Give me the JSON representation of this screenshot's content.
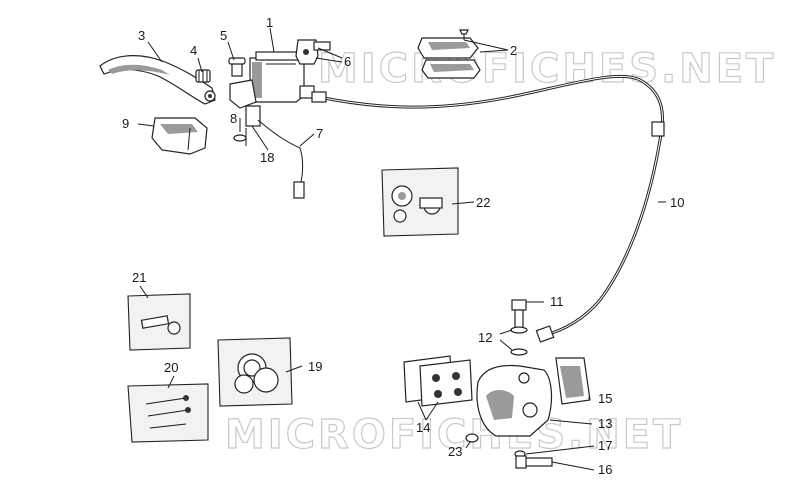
{
  "diagram": {
    "watermark": "MICROFICHES.NET",
    "callouts": [
      {
        "id": "1",
        "label": "1"
      },
      {
        "id": "2",
        "label": "2"
      },
      {
        "id": "3",
        "label": "3"
      },
      {
        "id": "4",
        "label": "4"
      },
      {
        "id": "5",
        "label": "5"
      },
      {
        "id": "6",
        "label": "6"
      },
      {
        "id": "7",
        "label": "7"
      },
      {
        "id": "8",
        "label": "8"
      },
      {
        "id": "9",
        "label": "9"
      },
      {
        "id": "10",
        "label": "10"
      },
      {
        "id": "11",
        "label": "11"
      },
      {
        "id": "12",
        "label": "12"
      },
      {
        "id": "13",
        "label": "13"
      },
      {
        "id": "14",
        "label": "14"
      },
      {
        "id": "15",
        "label": "15"
      },
      {
        "id": "16",
        "label": "16"
      },
      {
        "id": "17",
        "label": "17"
      },
      {
        "id": "18",
        "label": "18"
      },
      {
        "id": "19",
        "label": "19"
      },
      {
        "id": "20",
        "label": "20"
      },
      {
        "id": "21",
        "label": "21"
      },
      {
        "id": "22",
        "label": "22"
      },
      {
        "id": "23",
        "label": "23"
      }
    ]
  }
}
